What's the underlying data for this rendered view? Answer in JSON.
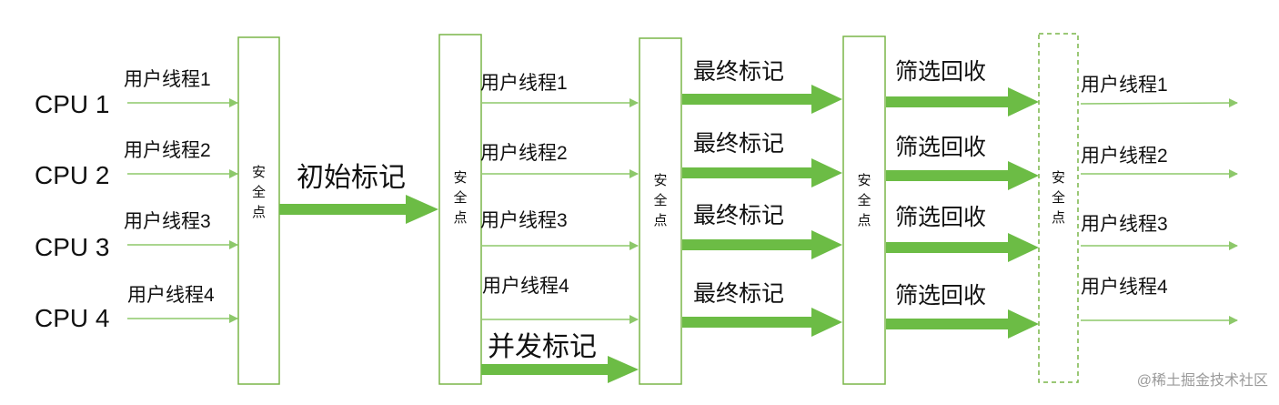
{
  "colors": {
    "box_border": "#7ab648",
    "arrow": "#6cbc45",
    "thin_line": "#8dc86a"
  },
  "cpu_labels": [
    "CPU 1",
    "CPU 2",
    "CPU 3",
    "CPU 4"
  ],
  "thread_labels": [
    "用户线程1",
    "用户线程2",
    "用户线程3",
    "用户线程4"
  ],
  "safepoint_label": [
    "安",
    "全",
    "点"
  ],
  "initial_mark_label": "初始标记",
  "concurrent_mark_label": "并发标记",
  "final_mark_label": "最终标记",
  "sweep_label": "筛选回收",
  "watermark": "@稀土掘金技术社区"
}
